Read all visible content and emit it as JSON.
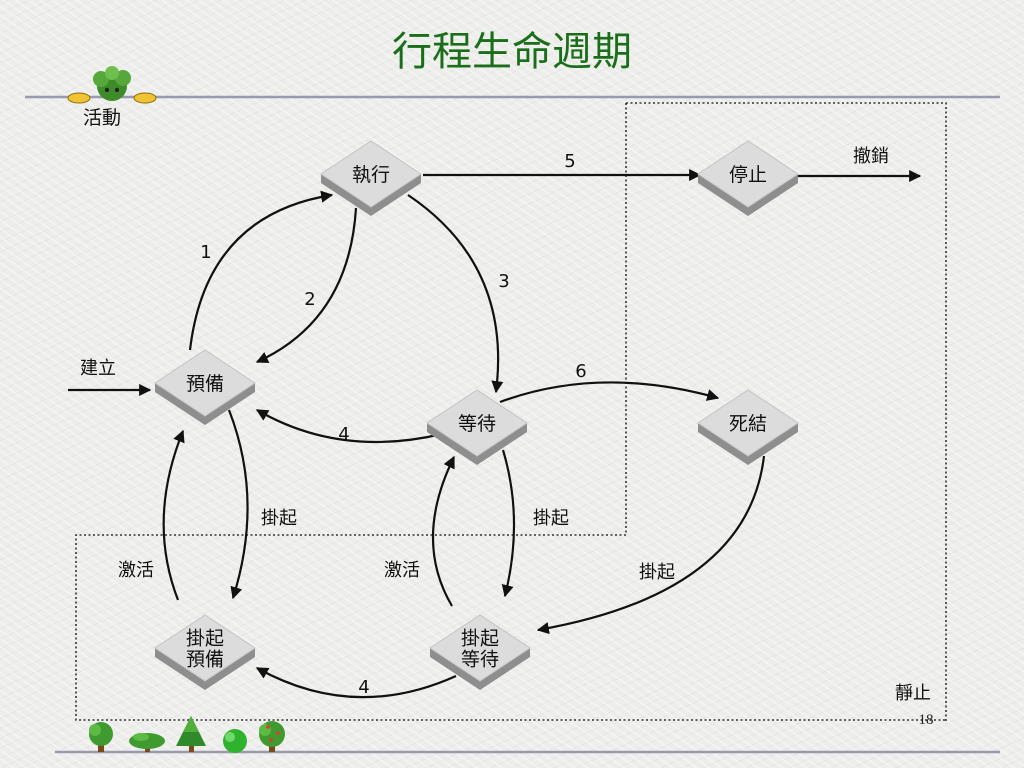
{
  "title": "行程生命週期",
  "page_number": "18",
  "colors": {
    "title": "#1a6e1a",
    "rule": "#9a9aae",
    "node_face": "#dcdcdc",
    "node_shade": "#8e8e8e",
    "edge": "#111111",
    "region_border": "#333333"
  },
  "mascot": {
    "icon": "tree-mascot-icon",
    "label": "活動"
  },
  "regions": {
    "active": {
      "label": ""
    },
    "suspended": {
      "label": "靜止"
    }
  },
  "nodes": [
    {
      "id": "running",
      "lines": [
        "執行"
      ]
    },
    {
      "id": "ready",
      "lines": [
        "預備"
      ]
    },
    {
      "id": "waiting",
      "lines": [
        "等待"
      ]
    },
    {
      "id": "stopped",
      "lines": [
        "停止"
      ]
    },
    {
      "id": "deadlock",
      "lines": [
        "死結"
      ]
    },
    {
      "id": "suspended-ready",
      "lines": [
        "掛起",
        "預備"
      ]
    },
    {
      "id": "suspended-waiting",
      "lines": [
        "掛起",
        "等待"
      ]
    }
  ],
  "edges": [
    {
      "id": "ready-to-running",
      "label": "1"
    },
    {
      "id": "running-to-ready",
      "label": "2"
    },
    {
      "id": "running-to-waiting",
      "label": "3"
    },
    {
      "id": "waiting-to-ready",
      "label": "4"
    },
    {
      "id": "running-to-stopped",
      "label": "5"
    },
    {
      "id": "waiting-to-deadlock",
      "label": "6"
    },
    {
      "id": "stopped-to-exit",
      "label": "撤銷"
    },
    {
      "id": "entry-to-ready",
      "label": "建立"
    },
    {
      "id": "ready-to-suspended-ready",
      "label": "掛起"
    },
    {
      "id": "suspended-ready-to-ready",
      "label": "激活"
    },
    {
      "id": "waiting-to-suspended-waiting",
      "label": "掛起"
    },
    {
      "id": "suspended-waiting-to-waiting",
      "label": "激活"
    },
    {
      "id": "deadlock-to-suspended-waiting",
      "label": "掛起"
    },
    {
      "id": "suspended-waiting-to-suspended-ready",
      "label": "4"
    }
  ],
  "footer_icons": [
    "tree-icon",
    "bush-icon",
    "pine-tree-icon",
    "shrub-icon",
    "tree-icon"
  ]
}
